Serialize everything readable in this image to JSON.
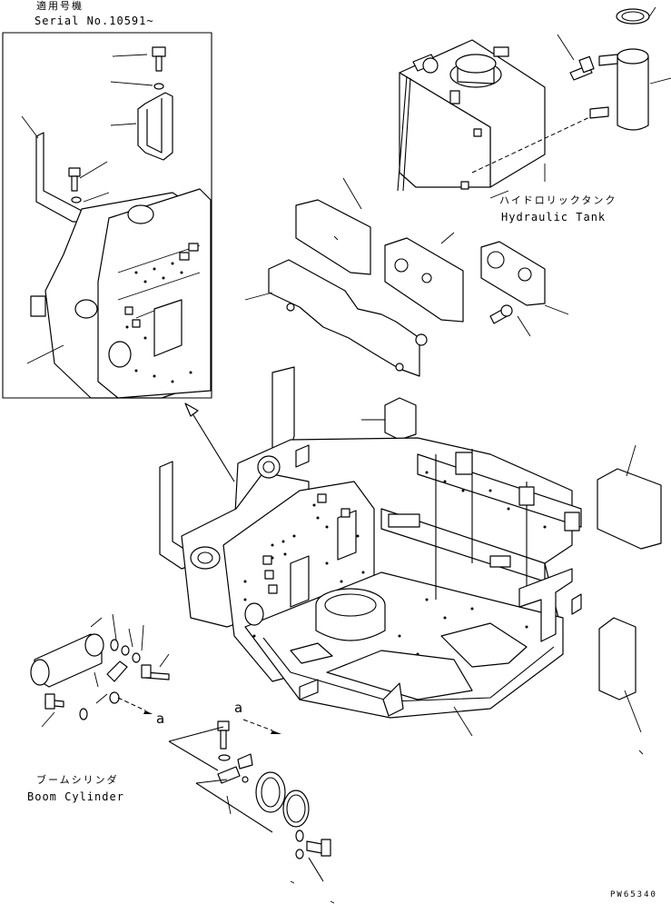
{
  "labels": {
    "applicable_model_jp": "適用号機",
    "serial_range": "Serial No.10591~",
    "hydraulic_tank_jp": "ハイドロリックタンク",
    "hydraulic_tank_en": "Hydraulic Tank",
    "boom_cylinder_jp": "ブームシリンダ",
    "boom_cylinder_en": "Boom Cylinder",
    "ref_letter_left": "a",
    "ref_letter_right": "a",
    "drawing_code": "PW65340"
  },
  "icons": [
    "detail-view-arrow",
    "reference-arrow"
  ]
}
